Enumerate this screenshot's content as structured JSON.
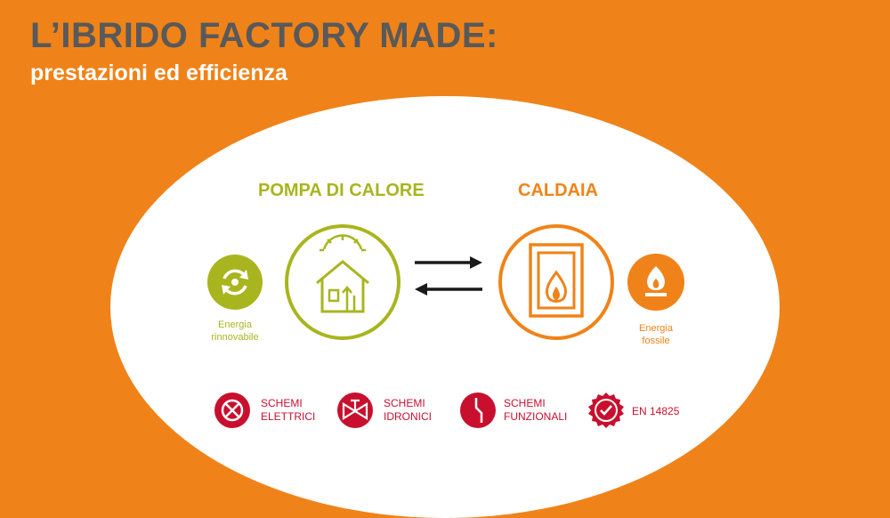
{
  "header": {
    "title": "L’IBRIDO FACTORY MADE:",
    "subtitle": "prestazioni ed efficienza"
  },
  "diagram": {
    "pompa_heading": "POMPA DI CALORE",
    "caldaia_heading": "CALDAIA",
    "renewable_label_line1": "Energia",
    "renewable_label_line2": "rinnovabile",
    "fossil_label_line1": "Energia",
    "fossil_label_line2": "fossile"
  },
  "documents": [
    {
      "line1": "SCHEMI",
      "line2": "ELETTRICI",
      "icon": "electrical-schema-icon"
    },
    {
      "line1": "SCHEMI",
      "line2": "IDRONICI",
      "icon": "valve-icon"
    },
    {
      "line1": "SCHEMI",
      "line2": "FUNZIONALI",
      "icon": "functional-schema-icon"
    },
    {
      "line1": "EN 14825",
      "line2": "",
      "icon": "certification-seal-icon"
    }
  ],
  "colors": {
    "background": "#EF8319",
    "title_gray": "#58595B",
    "green": "#A8B51F",
    "orange": "#EF8319",
    "red": "#C8102E"
  }
}
